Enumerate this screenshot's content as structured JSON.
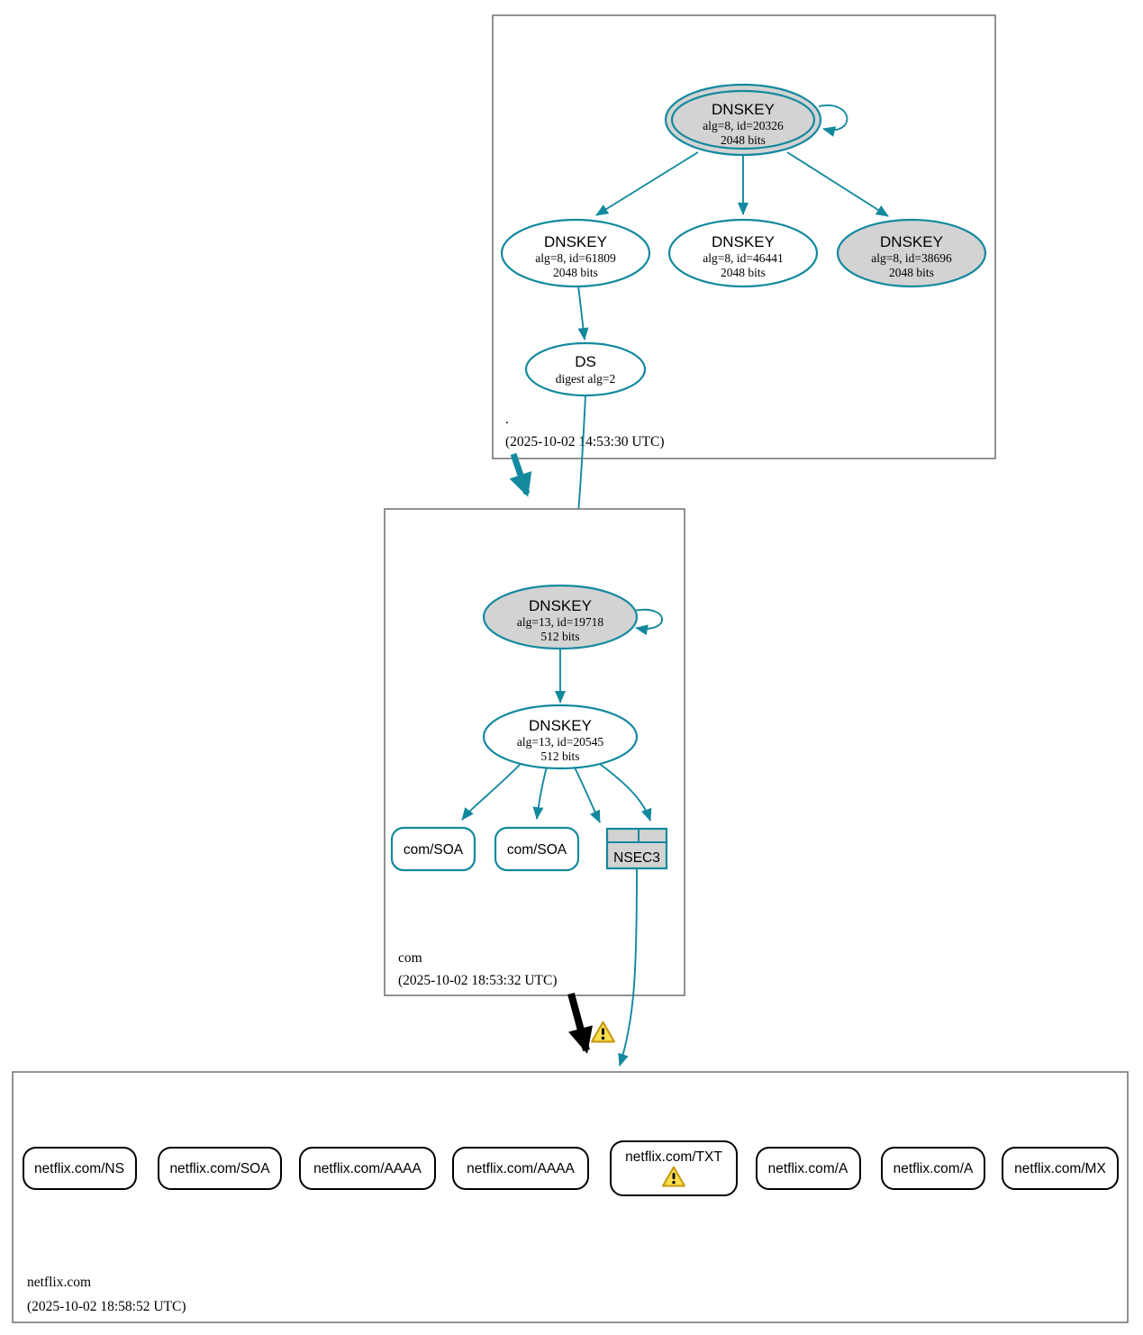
{
  "diagram": {
    "kind": "dnssec-authentication-chain"
  },
  "colors": {
    "secure_teal": "#13899e",
    "node_gray_fill": "#d3d3d3",
    "warning_yellow": "#f9df4f",
    "bogus_black": "#000000",
    "box_border_gray": "#6e6e6e"
  },
  "zones": {
    "root": {
      "name": ".",
      "timestamp": "(2025-10-02 14:53:30 UTC)"
    },
    "com": {
      "name": "com",
      "timestamp": "(2025-10-02 18:53:32 UTC)"
    },
    "netflix": {
      "name": "netflix.com",
      "timestamp": "(2025-10-02 18:58:52 UTC)"
    }
  },
  "nodes": {
    "root_ksk": {
      "type": "DNSKEY",
      "meta": "alg=8, id=20326",
      "bits": "2048 bits"
    },
    "root_zsk": {
      "type": "DNSKEY",
      "meta": "alg=8, id=61809",
      "bits": "2048 bits"
    },
    "root_key2": {
      "type": "DNSKEY",
      "meta": "alg=8, id=46441",
      "bits": "2048 bits"
    },
    "root_key3": {
      "type": "DNSKEY",
      "meta": "alg=8, id=38696",
      "bits": "2048 bits"
    },
    "root_ds": {
      "type": "DS",
      "meta": "digest alg=2"
    },
    "com_ksk": {
      "type": "DNSKEY",
      "meta": "alg=13, id=19718",
      "bits": "512 bits"
    },
    "com_zsk": {
      "type": "DNSKEY",
      "meta": "alg=13, id=20545",
      "bits": "512 bits"
    },
    "com_soa1": {
      "label": "com/SOA"
    },
    "com_soa2": {
      "label": "com/SOA"
    },
    "com_nsec3": {
      "label": "NSEC3"
    },
    "netflix_ns": {
      "label": "netflix.com/NS"
    },
    "netflix_soa": {
      "label": "netflix.com/SOA"
    },
    "netflix_aaaa1": {
      "label": "netflix.com/AAAA"
    },
    "netflix_aaaa2": {
      "label": "netflix.com/AAAA"
    },
    "netflix_txt": {
      "label": "netflix.com/TXT",
      "warning": "true"
    },
    "netflix_a1": {
      "label": "netflix.com/A"
    },
    "netflix_a2": {
      "label": "netflix.com/A"
    },
    "netflix_mx": {
      "label": "netflix.com/MX"
    }
  }
}
